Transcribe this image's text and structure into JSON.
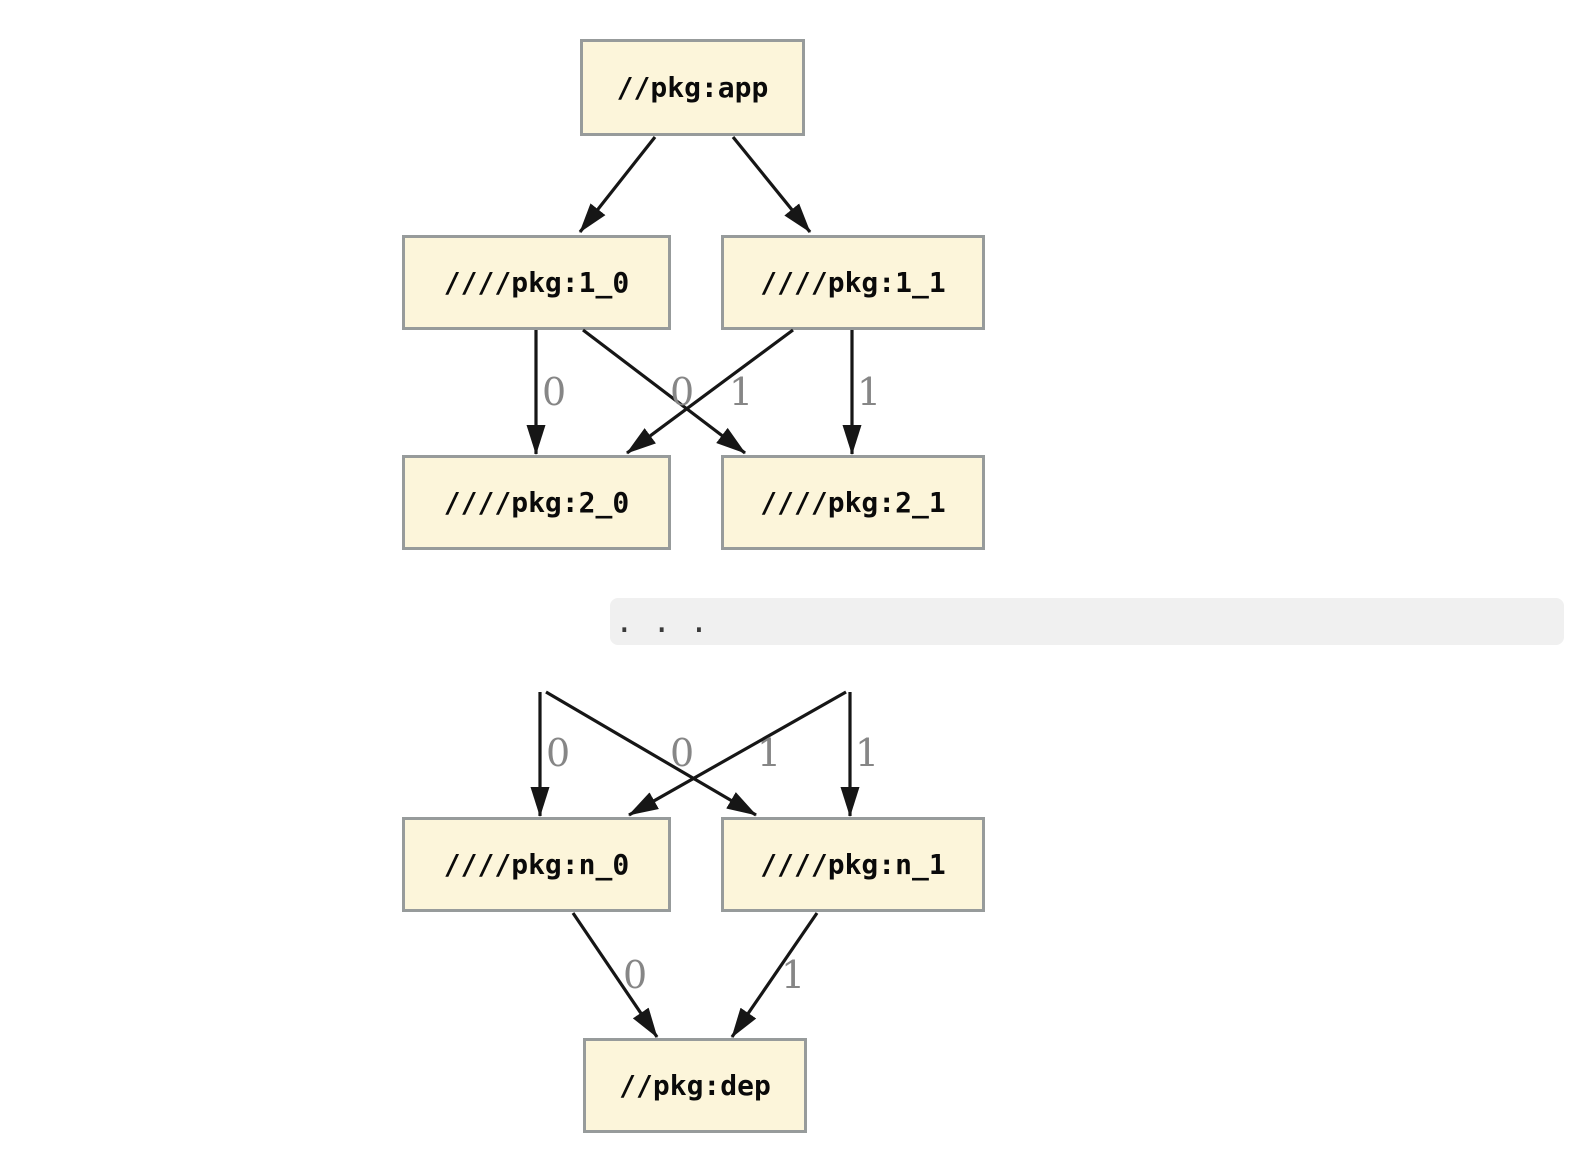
{
  "diagram": {
    "type": "dependency-graph",
    "nodes": {
      "app": {
        "label": "//pkg:app"
      },
      "l1_0": {
        "label": "////pkg:1_0"
      },
      "l1_1": {
        "label": "////pkg:1_1"
      },
      "l2_0": {
        "label": "////pkg:2_0"
      },
      "l2_1": {
        "label": "////pkg:2_1"
      },
      "ln_0": {
        "label": "////pkg:n_0"
      },
      "ln_1": {
        "label": "////pkg:n_1"
      },
      "dep": {
        "label": "//pkg:dep"
      }
    },
    "edges": [
      {
        "from": "//pkg:app",
        "to": "////pkg:1_0",
        "label": ""
      },
      {
        "from": "//pkg:app",
        "to": "////pkg:1_1",
        "label": ""
      },
      {
        "from": "////pkg:1_0",
        "to": "////pkg:2_0",
        "label": "0"
      },
      {
        "from": "////pkg:1_0",
        "to": "////pkg:2_1",
        "label": "0"
      },
      {
        "from": "////pkg:1_1",
        "to": "////pkg:2_0",
        "label": "1"
      },
      {
        "from": "////pkg:1_1",
        "to": "////pkg:2_1",
        "label": "1"
      },
      {
        "from": "…",
        "to": "////pkg:n_0",
        "label": "0"
      },
      {
        "from": "…",
        "to": "////pkg:n_1",
        "label": "0"
      },
      {
        "from": "…",
        "to": "////pkg:n_0",
        "label": "1"
      },
      {
        "from": "…",
        "to": "////pkg:n_1",
        "label": "1"
      },
      {
        "from": "////pkg:n_0",
        "to": "//pkg:dep",
        "label": "0"
      },
      {
        "from": "////pkg:n_1",
        "to": "//pkg:dep",
        "label": "1"
      }
    ],
    "ellipsis": ". . .",
    "colors": {
      "node_fill": "#fcf5da",
      "node_border": "#979b9b",
      "edge": "#161616",
      "edge_label": "#868686",
      "ellipsis_bg": "#f0f0f0"
    }
  }
}
